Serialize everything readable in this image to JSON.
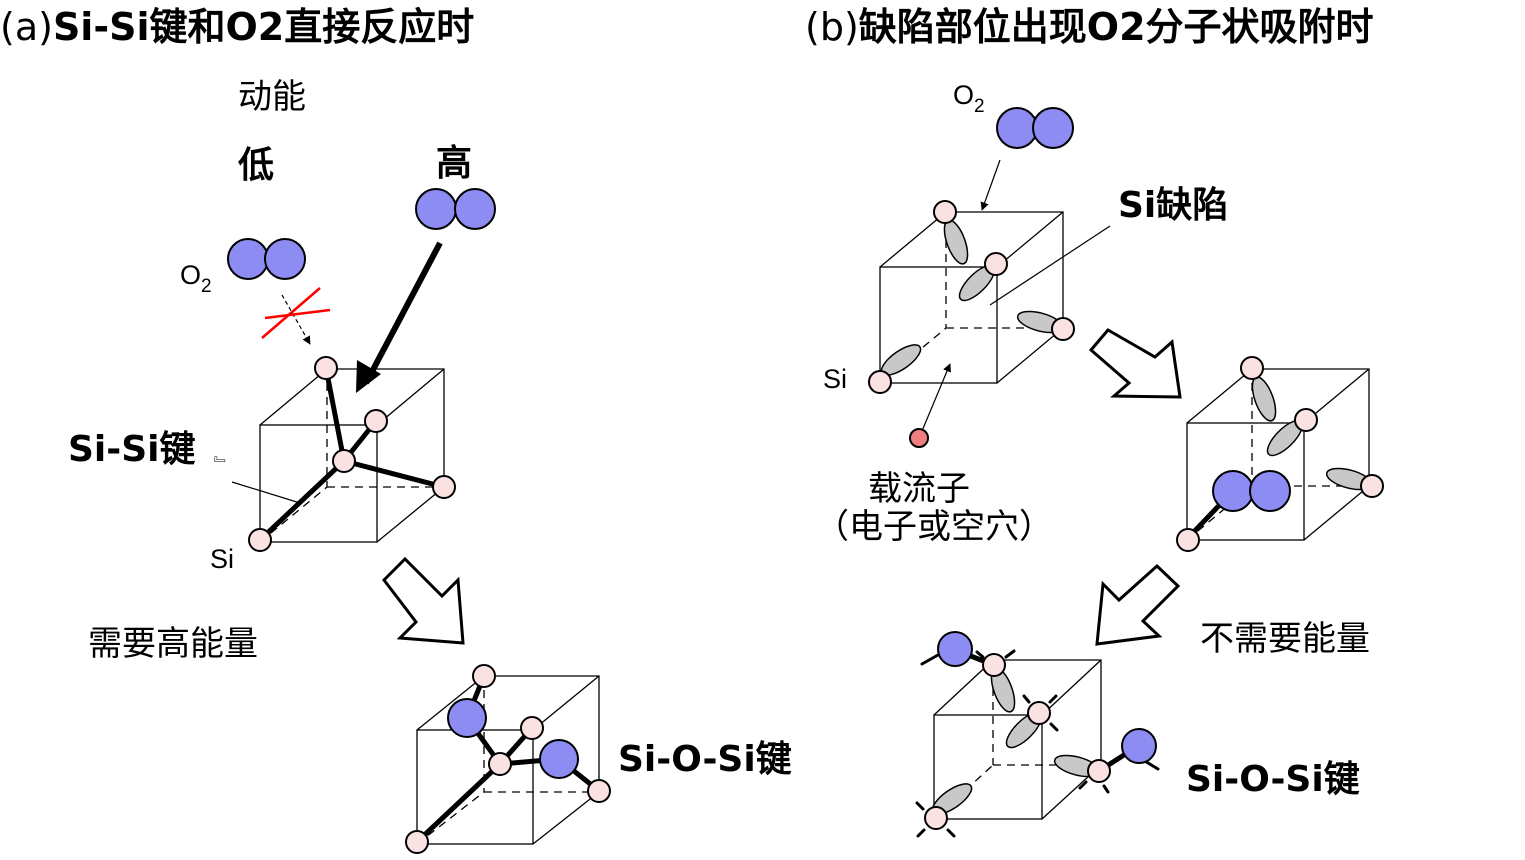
{
  "panel_a": {
    "prefix": "(a)",
    "title": "Si-Si键和O2直接反应时",
    "kinetic_energy_label": "动能",
    "low_label": "低",
    "high_label": "高",
    "o2_label_main": "O",
    "o2_label_sub": "2",
    "si_si_bond_label": "Si-Si键",
    "si_label": "Si",
    "energy_note": "需要高能量",
    "product_label": "Si-O-Si键"
  },
  "panel_b": {
    "prefix": "(b)",
    "title": "缺陷部位出现O2分子状吸附时",
    "o2_label_main": "O",
    "o2_label_sub": "2",
    "defect_label": "Si缺陷",
    "si_label": "Si",
    "carrier_label": "载流子",
    "carrier_sub_label": "（电子或空穴）",
    "energy_note": "不需要能量",
    "product_label": "Si-O-Si键"
  },
  "colors": {
    "oxygen": "#8c8cf2",
    "silicon": "#fbe2e2",
    "carrier": "#f08080",
    "orbital": "#c8c8c8",
    "cross_mark": "#ff0000",
    "line": "#000000"
  }
}
